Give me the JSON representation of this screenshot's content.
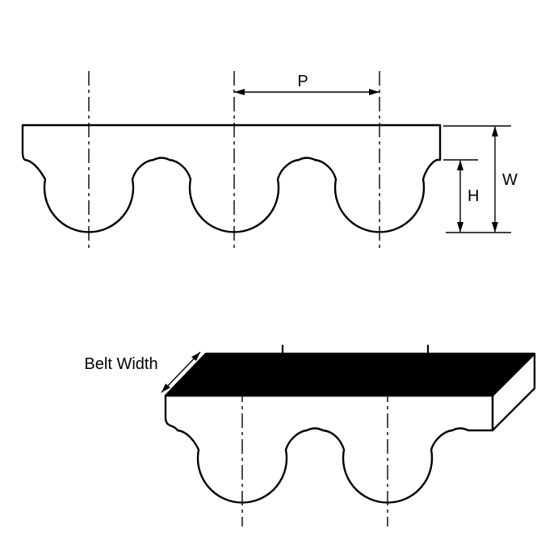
{
  "profile_view": {
    "pitch_label": "P",
    "overall_thickness_label": "W",
    "tooth_height_label": "H"
  },
  "perspective_view": {
    "belt_width_label": "Belt Width"
  },
  "colors": {
    "line": "#000000",
    "belt_fill": "#ffffff",
    "top_face_fill": "#000000",
    "background": "#ffffff"
  }
}
